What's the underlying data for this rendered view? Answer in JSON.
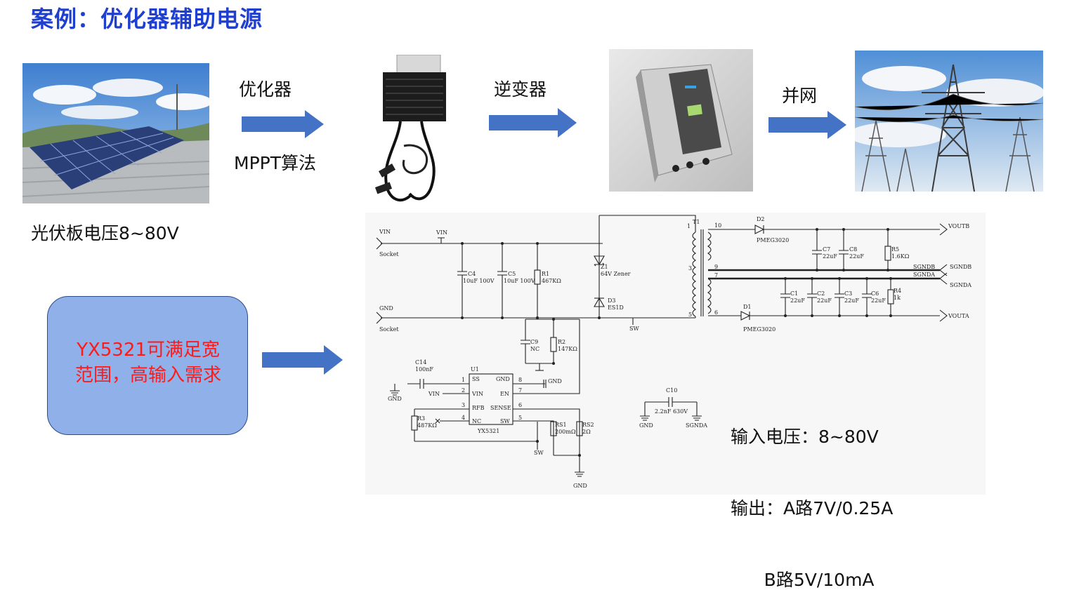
{
  "title": "案例：优化器辅助电源",
  "flow": {
    "optimizer_label": "优化器",
    "mppt_label": "MPPT算法",
    "inverter_label": "逆变器",
    "grid_label": "并网",
    "pv_caption": "光伏板电压8~80V"
  },
  "callout": {
    "line1": "YX5321可满足宽",
    "line2": "范围，高输入需求"
  },
  "spec": {
    "input": "输入电压：8~80V",
    "output_a": "输出：A路7V/0.25A",
    "output_b": "      B路5V/10mA"
  },
  "schematic": {
    "vin_net": "VIN",
    "vin_socket": "Socket",
    "vin_tap": "VIN",
    "gnd_net": "GND",
    "gnd_socket": "Socket",
    "c4": "C4",
    "c4_val": "10uF  100V",
    "c5": "C5",
    "c5_val": "10uF 100V",
    "r1": "R1",
    "r1_val": "467KΩ",
    "z1": "Z1",
    "z1_val": "64V Zener",
    "d3": "D3",
    "d3_val": "ES1D",
    "sw_net": "SW",
    "c9": "C9",
    "c9_val": "NC",
    "r2": "R2",
    "r2_val": "147KΩ",
    "c14": "C14",
    "c14_val": "100nF",
    "u1": "U1",
    "u1_part": "YX5321",
    "pin_ss": "SS",
    "pin_gnd": "GND",
    "pin_vin": "VIN",
    "pin_en": "EN",
    "pin_rfb": "RFB",
    "pin_sense": "SENSE",
    "pin_nc": "NC",
    "pin_sw": "SW",
    "n1": "1",
    "n2": "2",
    "n3": "3",
    "n4": "4",
    "n5": "5",
    "n6": "6",
    "n7": "7",
    "n8": "8",
    "gnd_label": "GND",
    "gnd_tap": "GND",
    "vin_pin_net": "VIN",
    "r3": "R3",
    "r3_val": "487KΩ",
    "rs1": "RS1",
    "rs1_val": "200mΩ",
    "rs2": "RS2",
    "rs2_val": "2Ω",
    "sw_bottom": "SW",
    "gnd_bottom": "GND",
    "t1": "T1",
    "t_p1": "1",
    "t_p3": "3",
    "t_p5": "5",
    "t_p10": "10",
    "t_p9": "9",
    "t_p7": "7",
    "t_p6": "6",
    "d2": "D2",
    "d2_val": "PMEG3020",
    "c7": "C7",
    "c7_val": "22uF",
    "c8": "C8",
    "c8_val": "22uF",
    "r5": "R5",
    "r5_val": "1.6KΩ",
    "voutb": "VOUTB",
    "sgndb": "SGNDB",
    "sgnda_line": "SGNDA",
    "sgnda": "SGNDA",
    "c1": "C1",
    "c1_val": "22uF",
    "c2": "C2",
    "c2_val": "22uF",
    "c3": "C3",
    "c3_val": "22uF",
    "c6": "C6",
    "c6_val": "22uF",
    "r4": "R4",
    "r4_val": "1k",
    "d1": "D1",
    "d1_val": "PMEG3020",
    "vouta": "VOUTA",
    "c10": "C10",
    "c10_val": "2.2nF  630V",
    "c10_gnd": "GND",
    "c10_sgnda": "SGNDA"
  },
  "colors": {
    "title": "#1f3fcf",
    "arrow": "#4472c4",
    "callout_fill": "#8fb0e8",
    "callout_text": "#ff1a1a"
  }
}
